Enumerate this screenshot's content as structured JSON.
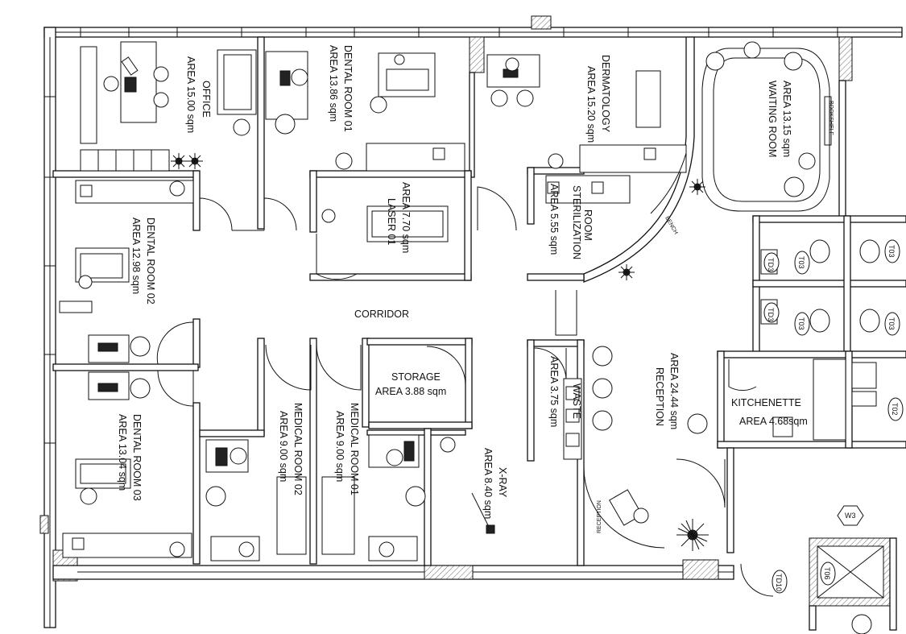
{
  "rooms": {
    "office": {
      "name": "OFFICE",
      "area": "AREA 15.00 sqm"
    },
    "dental1": {
      "name": "DENTAL ROOM 01",
      "area": "AREA 13.86 sqm"
    },
    "dermatology": {
      "name": "DERMATOLOGY",
      "area": "AREA 15.20 sqm"
    },
    "waiting": {
      "name": "WAITING ROOM",
      "area": "AREA 13.15 sqm"
    },
    "dental2": {
      "name": "DENTAL ROOM 02",
      "area": "AREA 12.98 sqm"
    },
    "laser": {
      "name": "LASER 01",
      "area": "AREA 7.70 sqm"
    },
    "sterilization": {
      "name": "STERILIZATION",
      "name2": "ROOM",
      "area": "AREA 5.55 sqm"
    },
    "corridor": {
      "name": "CORRIDOR"
    },
    "storage": {
      "name": "STORAGE",
      "area": "AREA 3.88 sqm"
    },
    "waste": {
      "name": "WASTE",
      "area": "AREA 3.75 sqm"
    },
    "reception": {
      "name": "RECEPTION",
      "area": "AREA 24.44 sqm"
    },
    "kitchenette": {
      "name": "KITCHENETTE",
      "area": "AREA 4.68sqm"
    },
    "dental3": {
      "name": "DENTAL ROOM 03",
      "area": "AREA 13.04 sqm"
    },
    "medical2": {
      "name": "MEDICAL ROOM 02",
      "area": "AREA 9.00 sqm"
    },
    "medical1": {
      "name": "MEDICAL ROOM 01",
      "area": "AREA 9.00 sqm"
    },
    "xray": {
      "name": "X-RAY",
      "area": "AREA 8.40 sqm"
    }
  },
  "tags": {
    "td3": "TD3",
    "t03": "T03",
    "t02": "T02",
    "td10": "TD10",
    "t06": "T06",
    "w3": "W3"
  },
  "small_labels": {
    "bookshelf": "BOOKSHELF",
    "bench": "BENCH",
    "reception_desk": "RECEPTION"
  }
}
